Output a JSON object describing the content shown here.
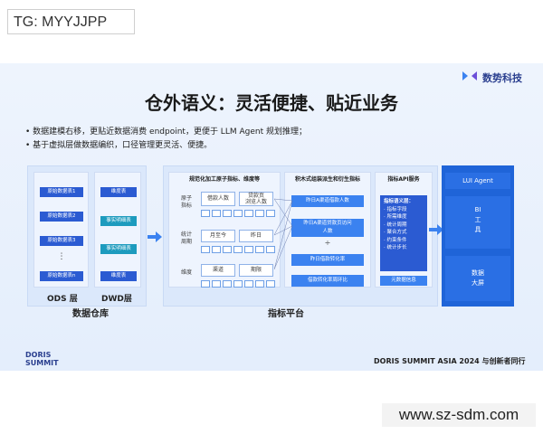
{
  "overlay": {
    "tg_label": "TG: MYYJJPP",
    "watermark": "www.sz-sdm.com"
  },
  "slide": {
    "brand": "数势科技",
    "title": "仓外语义：灵活便捷、贴近业务",
    "bullets": [
      "• 数据建模右移，更贴近数据消费 endpoint，更便于 LLM Agent 规划推理；",
      "• 基于虚拟层做数据编织，口径管理更灵活、便捷。"
    ],
    "footer_left": [
      "DORIS",
      "SUMMIT"
    ],
    "footer_right": "DORIS SUMMIT ASIA 2024   与创新者同行"
  },
  "warehouse": {
    "section_label": "数据仓库",
    "ods_label": "ODS 层",
    "dwd_label": "DWD层",
    "ods_items": [
      "原始数据表1",
      "原始数据表2",
      "原始数据表3",
      "⋮",
      "原始数据表n"
    ],
    "dwd_items": [
      "维度表",
      "事实明细表",
      "事实明细表",
      "维度表"
    ]
  },
  "platform": {
    "section_label": "指标平台",
    "col1_title": "规范化加工原子指标、维度等",
    "row_labels": [
      "原子\n指标",
      "统计\n周期",
      "维度"
    ],
    "atomic": [
      "借款人数",
      "贷款页\n浏览人数"
    ],
    "period": [
      "月至今",
      "昨日"
    ],
    "dims": [
      "渠道",
      "期限"
    ],
    "col2_title": "积木式组装派生和衍生指标",
    "derived": [
      "昨日A渠道借款人数",
      "昨日A渠道贷款页访问\n人数",
      "÷",
      "昨日借款转化率",
      "借款转化率周环比"
    ],
    "col3_title": "指标API服务",
    "api_head": "指标语义层：",
    "api_items": [
      "· 指标字段",
      "· 所需维度",
      "· 统计周期",
      "· 聚合方式",
      "· 约束条件",
      "· 统计步长"
    ],
    "metadata": "元数据信息"
  },
  "consumers": [
    "LUI Agent",
    "BI\n工\n具",
    "数据\n大屏"
  ],
  "colors": {
    "navy": "#2b5bd2",
    "sky": "#3b82f0",
    "teal": "#1d9bbe",
    "panel": "#dbe8fb"
  }
}
